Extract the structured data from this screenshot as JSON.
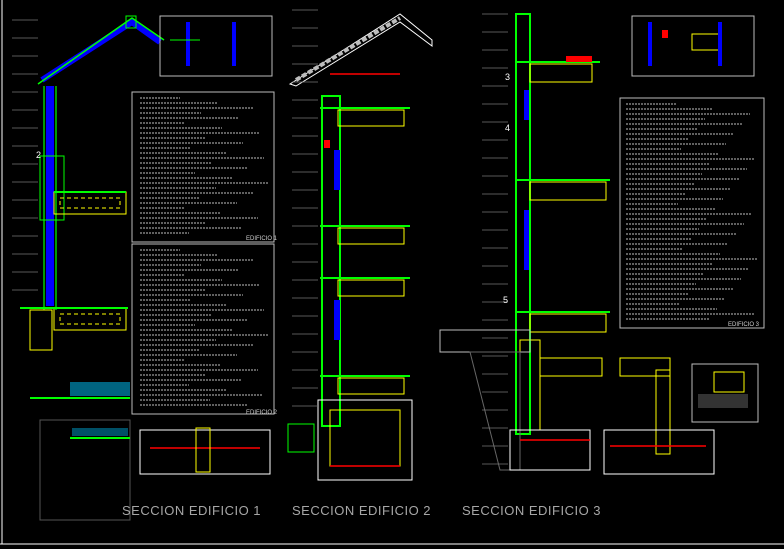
{
  "sections": [
    {
      "title": "SECCION EDIFICIO 1"
    },
    {
      "title": "SECCION EDIFICIO 2"
    },
    {
      "title": "SECCION EDIFICIO 3"
    }
  ],
  "legends": [
    {
      "label": "EDIFICIO 1"
    },
    {
      "label": "EDIFICIO 2"
    },
    {
      "label": "EDIFICIO 3"
    }
  ],
  "markers": [
    "2",
    "3",
    "4",
    "5"
  ],
  "colors": {
    "background": "#000000",
    "structure_green": "#00ff00",
    "glazing_blue": "#0000ff",
    "concrete_yellow": "#ffff00",
    "detail_red": "#ff0000",
    "note_text": "#bdbdbd",
    "cyan_fill": "#00c8ff"
  }
}
